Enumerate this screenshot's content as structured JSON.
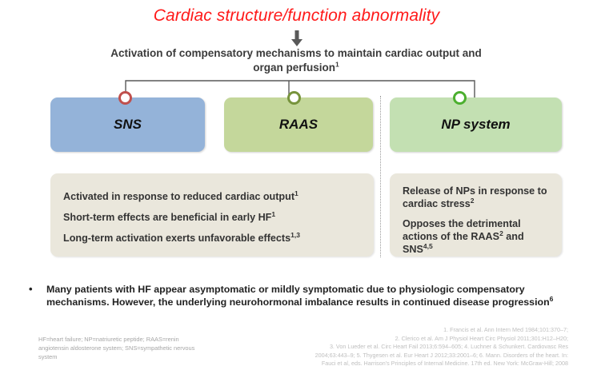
{
  "title": "Cardiac structure/function abnormality",
  "arrow_icon": "down-arrow-icon",
  "subtitle": "Activation of compensatory mechanisms to maintain cardiac output and organ perfusion",
  "subtitle_sup": "1",
  "systems": [
    {
      "label": "SNS",
      "color": "#94B3D9",
      "ring_color": "#C0504D",
      "ring_name": "sns-marker-ring"
    },
    {
      "label": "RAAS",
      "color": "#C4D79B",
      "ring_color": "#77933C",
      "ring_name": "raas-marker-ring"
    },
    {
      "label": "NP system",
      "color": "#C3E0B2",
      "ring_color": "#4CAF2F",
      "ring_name": "np-marker-ring"
    }
  ],
  "left_panel": {
    "lines": [
      {
        "text": "Activated in response to reduced cardiac output",
        "sup": "1"
      },
      {
        "text": "Short-term effects are beneficial in early HF",
        "sup": "1"
      },
      {
        "text": "Long-term activation exerts unfavorable effects",
        "sup": "1,3"
      }
    ]
  },
  "right_panel": {
    "lines": [
      {
        "text": "Release of NPs in response to cardiac stress",
        "sup": "2"
      },
      {
        "text": "Opposes the detrimental actions of the RAAS",
        "sup": "2",
        "text2": " and SNS",
        "sup2": "4,5"
      }
    ]
  },
  "bullet": {
    "marker": "•",
    "text": "Many patients with HF appear asymptomatic or mildly symptomatic due to physiologic compensatory mechanisms. However, the underlying neurohormonal imbalance results in continued disease progression",
    "sup": "6"
  },
  "abbreviations": "HF=heart failure; NP=natriuretic peptide; RAAS=renin angiotensin aldosterone system; SNS=sympathetic nervous system",
  "references": [
    "1. Francis et al. Ann Intern Med 1984;101:370–7;",
    "2. Clerico et al. Am J Physiol Heart Circ Physiol 2011;301:H12–H20;",
    "3. Von Lueder et al. Circ Heart Fail 2013;6:594–605; 4. Luchner & Schunkert. Cardiovasc Res",
    "2004;63:443–9; 5. Thygesen et al. Eur Heart J 2012;33:2001–6; 6. Mann. Disorders of the heart. In:",
    "Fauci et al, eds. Harrison's Principles of Internal Medicine. 17th ed. New York: McGraw-Hill; 2008"
  ],
  "colors": {
    "title_red": "#FF1A1A",
    "content_bg": "#EAE7DC",
    "connector": "#595959"
  }
}
